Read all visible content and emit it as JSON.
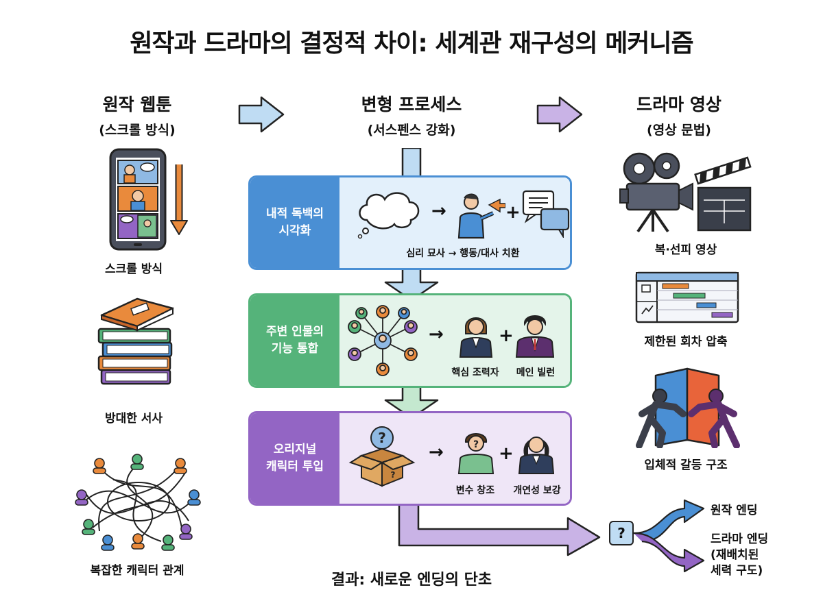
{
  "title": "원작과 드라마의 결정적 차이: 세계관 재구성의 메커니즘",
  "columns": {
    "left": {
      "title": "원작 웹툰",
      "subtitle": "(스크롤 방식)"
    },
    "middle": {
      "title": "변형 프로세스",
      "subtitle": "(서스펜스 강화)"
    },
    "right": {
      "title": "드라마 영상",
      "subtitle": "(영상 문법)"
    }
  },
  "left_items": [
    {
      "label": "스크롤 방식",
      "icon": "smartphone-scroll-icon"
    },
    {
      "label": "방대한 서사",
      "icon": "book-stack-icon"
    },
    {
      "label": "복잡한 캐릭터 관계",
      "icon": "tangled-network-icon"
    }
  ],
  "stages": [
    {
      "label": "내적 독백의\n시각화",
      "caption": "심리 묘사 → 행동/대사 치환",
      "color": "#4a8fd4",
      "bg": "#e3f0fb"
    },
    {
      "label": "주변 인물의\n기능 통합",
      "left_caption": "핵심 조력자",
      "right_caption": "메인 빌런",
      "color": "#55b37a",
      "bg": "#e4f4ea"
    },
    {
      "label": "오리지널\n캐릭터 투입",
      "left_caption": "변수 창조",
      "right_caption": "개연성 보강",
      "color": "#9365c4",
      "bg": "#efe6f7"
    }
  ],
  "right_items": [
    {
      "label": "복·선피 영상",
      "icon": "film-camera-clapperboard-icon"
    },
    {
      "label": "제한된 회차 압축",
      "icon": "timeline-chart-icon"
    },
    {
      "label": "입체적 갈등 구조",
      "icon": "conflict-figures-icon"
    }
  ],
  "result": "결과: 새로운 엔딩의 단초",
  "endings": {
    "question": "?",
    "original": "원작 엔딩",
    "drama_line1": "드라마 엔딩",
    "drama_line2": "(재배치된",
    "drama_line3": "세력 구도)"
  },
  "symbols": {
    "arrow": "→",
    "plus": "+"
  },
  "colors": {
    "blue": "#4a8fd4",
    "green": "#55b37a",
    "purple": "#9365c4",
    "orange": "#e98a3c"
  }
}
